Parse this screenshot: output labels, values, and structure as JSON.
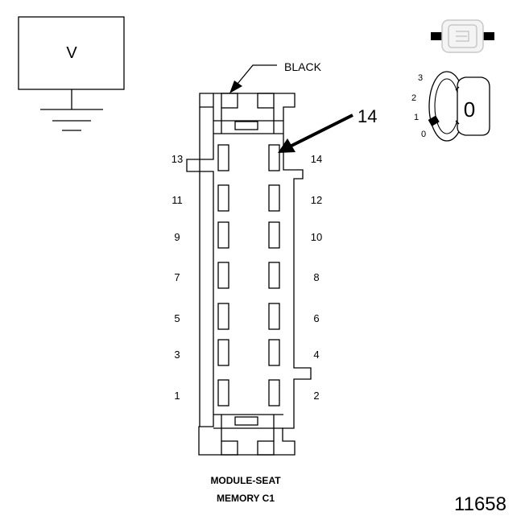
{
  "meter": {
    "label": "V",
    "icon": "voltmeter-icon"
  },
  "connector": {
    "color_label": "BLACK",
    "callout_pin": "14",
    "pin_labels_left": [
      "13",
      "11",
      "9",
      "7",
      "5",
      "3",
      "1"
    ],
    "pin_labels_right": [
      "14",
      "12",
      "10",
      "8",
      "6",
      "4",
      "2"
    ],
    "name_line1": "MODULE-SEAT",
    "name_line2": "MEMORY C1"
  },
  "ignition": {
    "positions": [
      "3",
      "2",
      "1",
      "0"
    ],
    "key_position": "0",
    "icon": "ignition-switch-icon"
  },
  "fuse_icon": "fuse-icon",
  "figure_number": "11658"
}
